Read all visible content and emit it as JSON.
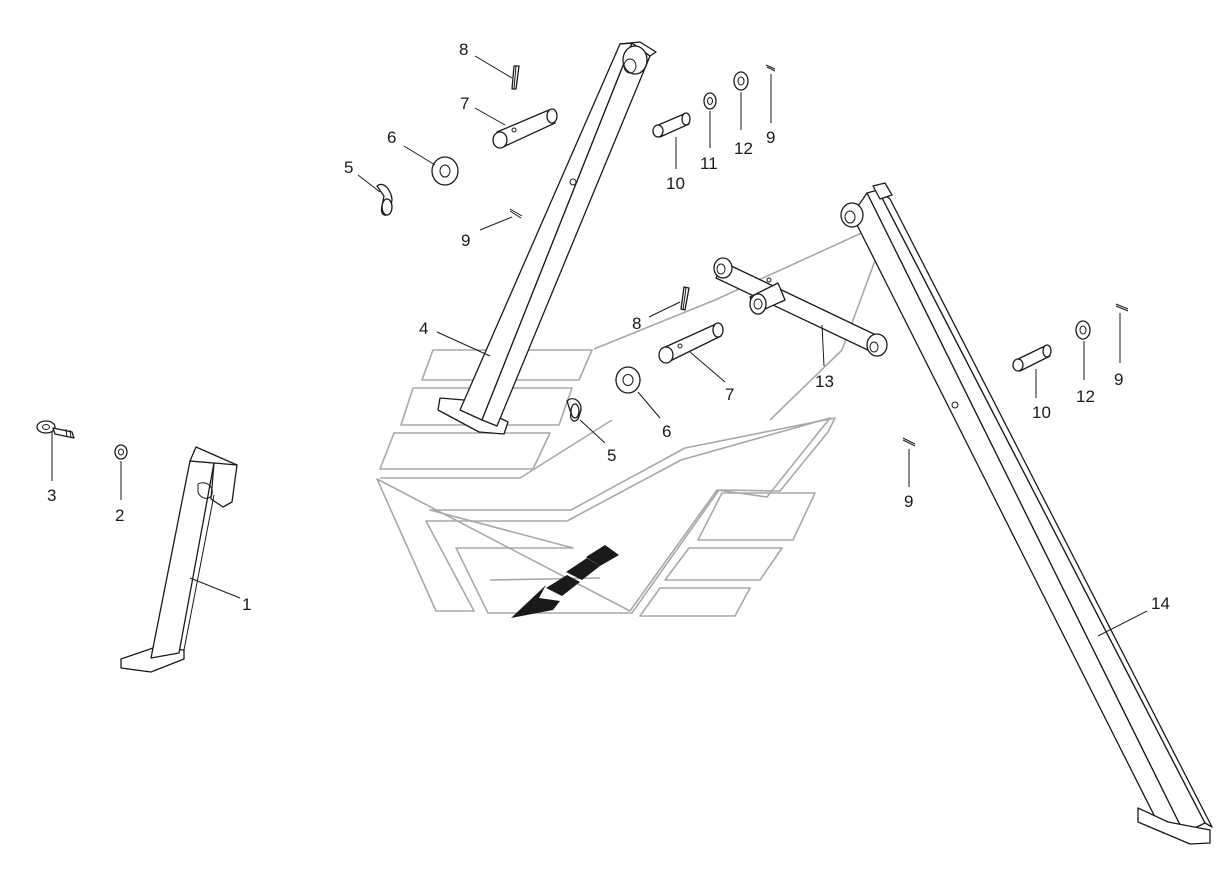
{
  "diagram": {
    "callouts": [
      {
        "id": "c-1",
        "text": "1"
      },
      {
        "id": "c-2",
        "text": "2"
      },
      {
        "id": "c-3",
        "text": "3"
      },
      {
        "id": "c-4",
        "text": "4"
      },
      {
        "id": "c-5a",
        "text": "5"
      },
      {
        "id": "c-5b",
        "text": "5"
      },
      {
        "id": "c-6a",
        "text": "6"
      },
      {
        "id": "c-6b",
        "text": "6"
      },
      {
        "id": "c-7a",
        "text": "7"
      },
      {
        "id": "c-7b",
        "text": "7"
      },
      {
        "id": "c-8a",
        "text": "8"
      },
      {
        "id": "c-8b",
        "text": "8"
      },
      {
        "id": "c-9a",
        "text": "9"
      },
      {
        "id": "c-9b",
        "text": "9"
      },
      {
        "id": "c-9c",
        "text": "9"
      },
      {
        "id": "c-9d",
        "text": "9"
      },
      {
        "id": "c-10a",
        "text": "10"
      },
      {
        "id": "c-10b",
        "text": "10"
      },
      {
        "id": "c-11",
        "text": "11"
      },
      {
        "id": "c-12a",
        "text": "12"
      },
      {
        "id": "c-12b",
        "text": "12"
      },
      {
        "id": "c-13",
        "text": "13"
      },
      {
        "id": "c-14",
        "text": "14"
      }
    ]
  }
}
